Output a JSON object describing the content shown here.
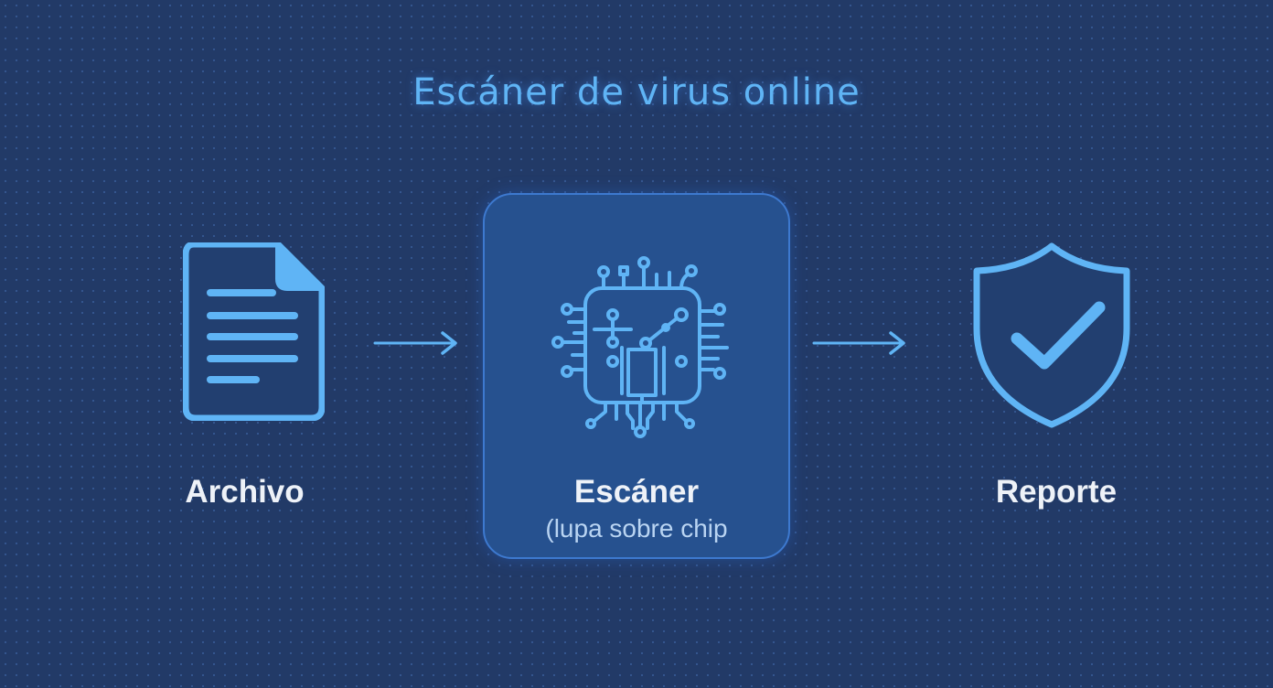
{
  "title": "Escáner de virus online",
  "colors": {
    "background": "#223a67",
    "accent": "#5fb4f5",
    "card_bg": "#26518f",
    "card_border": "#3d79cf",
    "label": "#eef2f8",
    "sublabel": "#b9d4f2"
  },
  "steps": [
    {
      "label": "Archivo",
      "icon": "document-icon"
    },
    {
      "label": "Escáner",
      "sublabel": "(lupa sobre chip",
      "icon": "chip-icon"
    },
    {
      "label": "Reporte",
      "icon": "shield-check-icon"
    }
  ],
  "connectors": [
    "arrow-right",
    "arrow-right"
  ]
}
